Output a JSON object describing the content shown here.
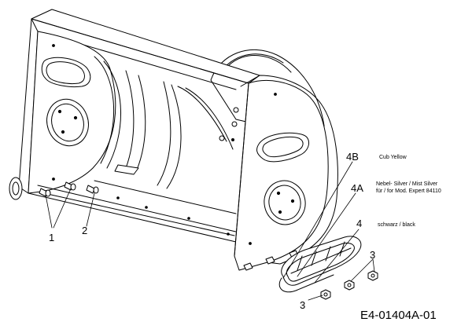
{
  "callouts": {
    "c1": "1",
    "c2": "2",
    "c3a": "3",
    "c3b": "3",
    "c4": "4",
    "c4a": "4A",
    "c4b": "4B"
  },
  "notes": {
    "cub_yellow": "Cub Yellow",
    "silver_line1": "Nebel- Silver / Mist Silver",
    "silver_line2": "für / for Mod. Expert 84110",
    "black": "schwarz / black"
  },
  "drawing_ref": "E4-01404A-01"
}
